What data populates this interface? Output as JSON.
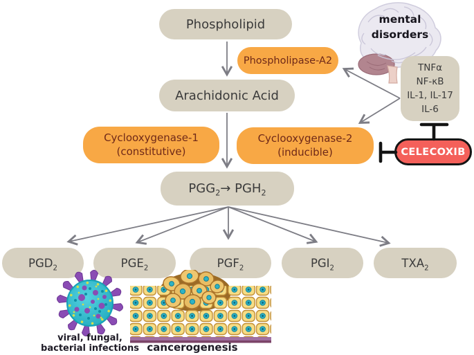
{
  "nodes": {
    "phospholipid": {
      "label": "Phospholipid"
    },
    "phospholipase_a2": {
      "label": "Phospholipase-A2"
    },
    "arachidonic_acid": {
      "label": "Arachidonic Acid"
    },
    "cox1": {
      "line1": "Cyclooxygenase-1",
      "line2": "(constitutive)"
    },
    "cox2": {
      "line1": "Cyclooxygenase-2",
      "line2": "(inducible)"
    },
    "pgg_pgh": {
      "t1": "PGG",
      "s1": "2",
      "t2": "→ PGH",
      "s2": "2"
    }
  },
  "products": [
    {
      "base": "PGD",
      "sub": "2"
    },
    {
      "base": "PGE",
      "sub": "2"
    },
    {
      "base": "PGF",
      "sub": "2"
    },
    {
      "base": "PGI",
      "sub": "2"
    },
    {
      "base": "TXA",
      "sub": "2"
    }
  ],
  "cytokines": {
    "lines": [
      "TNFα",
      "NF-κB",
      "IL-1, IL-17",
      "IL-6"
    ]
  },
  "drug": {
    "label": "CELECOXIB"
  },
  "brain": {
    "line1": "mental",
    "line2": "disorders"
  },
  "captions": {
    "infections_line1": "viral, fungal,",
    "infections_line2": "bacterial infections",
    "cancer": "cancerogenesis"
  },
  "icons": {
    "brain": "brain-illustration",
    "virus": "virus-icon",
    "tissue": "tissue-illustration"
  },
  "colors": {
    "box_beige": "#d7d1c1",
    "box_orange": "#f8a845",
    "orange_text": "#6f2918",
    "drug_red": "#f4605a",
    "arrow_gray": "#7d7d85",
    "inhibit_black": "#141414"
  }
}
